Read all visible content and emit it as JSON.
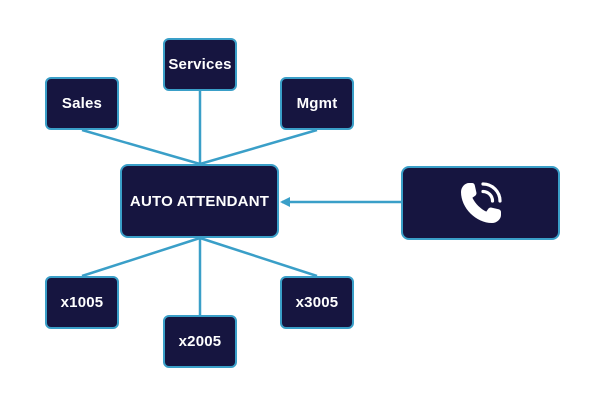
{
  "nodes": {
    "services": "Services",
    "sales": "Sales",
    "mgmt": "Mgmt",
    "auto_attendant": "AUTO ATTENDANT",
    "x1005": "x1005",
    "x2005": "x2005",
    "x3005": "x3005"
  },
  "icons": {
    "phone": "phone-ringing-icon"
  },
  "colors": {
    "node_fill": "#161540",
    "node_border": "#3a9fc8",
    "connector": "#3a9fc8",
    "text": "#ffffff",
    "background": "#ffffff"
  }
}
